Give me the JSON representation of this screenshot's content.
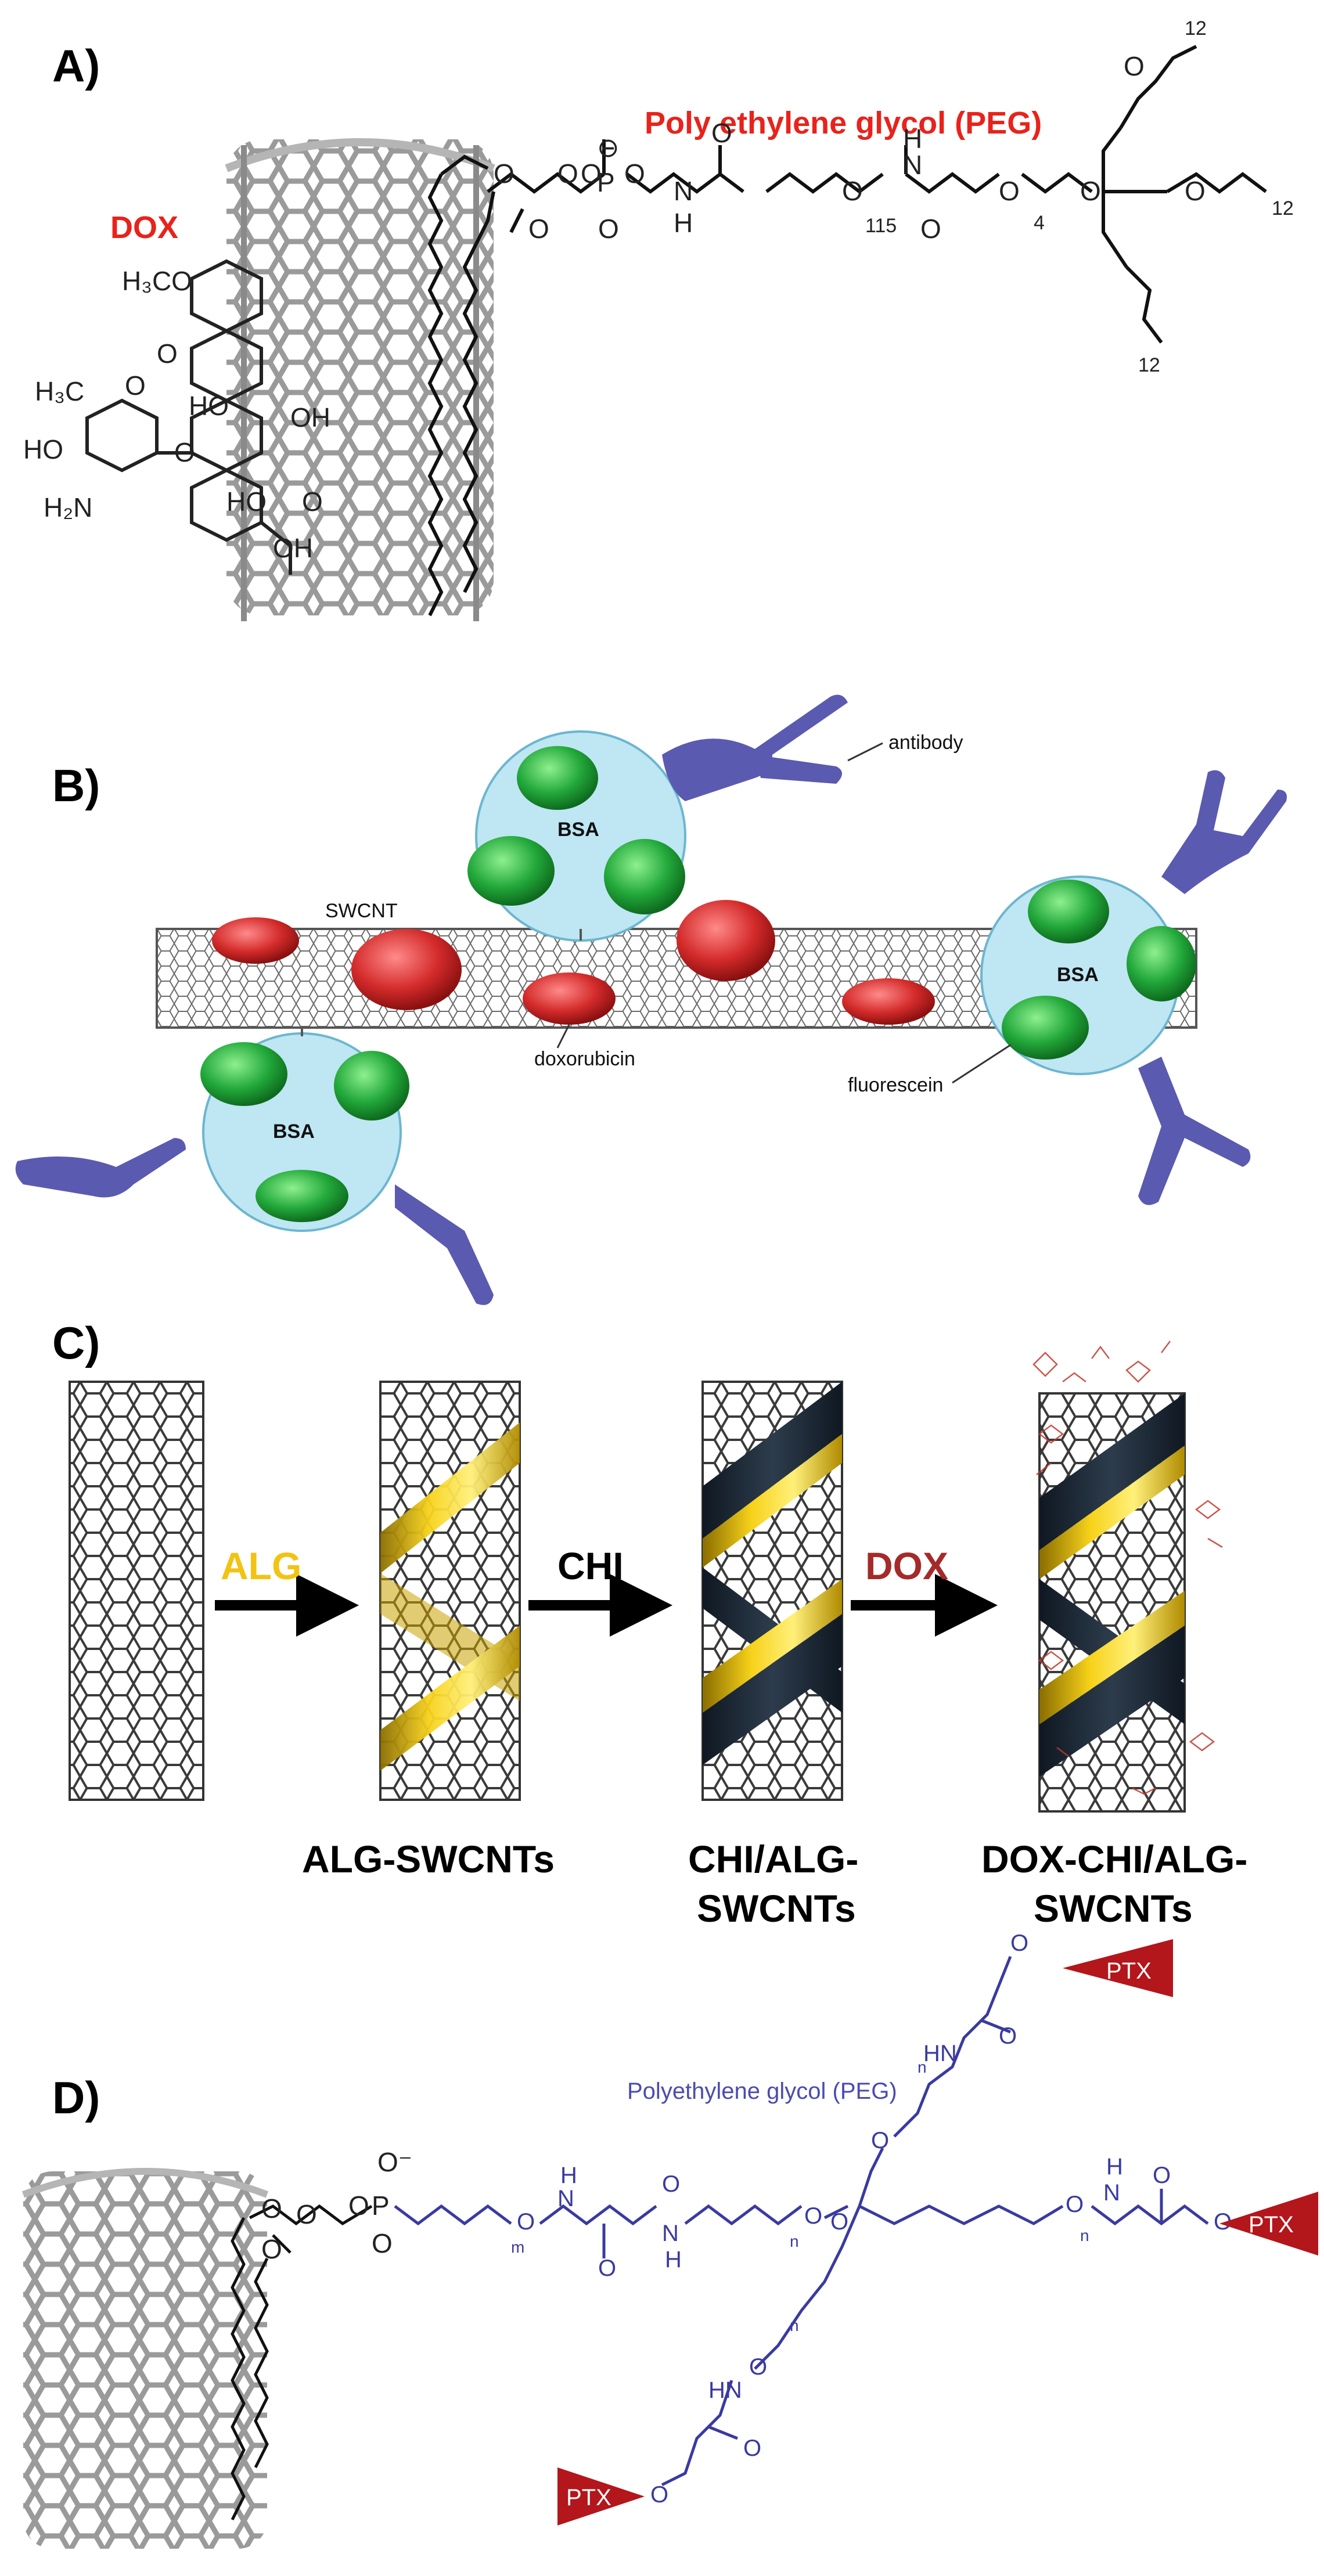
{
  "panels": {
    "a": {
      "label": "A)",
      "dox_label": "DOX",
      "peg_label": "Poly ethylene glycol (PEG)",
      "atoms": {
        "h3co": "H₃CO",
        "h3c": "H₃C",
        "o_ring": "O",
        "o1": "O",
        "oh1": "OH",
        "ho1": "HO",
        "ho2": "HO",
        "h2n": "H₂N",
        "o2": "O",
        "ho3": "HO",
        "o3": "O",
        "oh2": "OH",
        "p": "P",
        "o_minus": "⊖",
        "o_p1": "O",
        "o_p2": "O",
        "o_p3": "O",
        "n1": "N",
        "h1": "H",
        "o_c1": "O",
        "o_peg1": "O",
        "n2": "N",
        "h2": "H",
        "o_c2": "O",
        "o_peg2": "O",
        "o_peg3": "O",
        "o_peg4": "O",
        "o_peg5": "O",
        "o_ester1": "O",
        "o_ester2": "O",
        "o_ester3": "O"
      },
      "subscripts": {
        "n115": "115",
        "n4": "4",
        "n12_top": "12",
        "n12_right": "12",
        "n12_bottom": "12"
      }
    },
    "b": {
      "label": "B)",
      "antibody": "antibody",
      "swcnt": "SWCNT",
      "doxorubicin": "doxorubicin",
      "fluorescein": "fluorescein",
      "bsa_top": "BSA",
      "bsa_left": "BSA",
      "bsa_right": "BSA"
    },
    "c": {
      "label": "C)",
      "arrow1": "ALG",
      "arrow2": "CHI",
      "arrow3": "DOX",
      "product1": "ALG-SWCNTs",
      "product2_line1": "CHI/ALG-",
      "product2_line2": "SWCNTs",
      "product3_line1": "DOX-CHI/ALG-",
      "product3_line2": "SWCNTs"
    },
    "d": {
      "label": "D)",
      "peg_label": "Polyethylene glycol (PEG)",
      "ptx_top": "PTX",
      "ptx_right": "PTX",
      "ptx_left": "PTX",
      "atoms": {
        "o_minus": "O⁻",
        "p": "P",
        "o1": "O",
        "o2": "O",
        "o3": "O",
        "o4": "O",
        "o5": "O",
        "o_chain1": "O",
        "n1": "N",
        "h1": "H",
        "o_c1": "O",
        "n2": "N",
        "h2": "H",
        "o_c2": "O",
        "o_chain2": "O",
        "o_center": "O",
        "o_right1": "O",
        "n3": "N",
        "h3": "H",
        "o_c3": "O",
        "o_ester_r": "O",
        "o_up1": "O",
        "hn_up": "HN",
        "o_c_up": "O",
        "o_ester_up": "O",
        "o_down1": "O",
        "hn_down": "HN",
        "o_c_down": "O",
        "o_ester_down": "O"
      },
      "subscripts": {
        "m": "m",
        "n1": "n",
        "n2": "n",
        "n_up": "n",
        "n_down": "n"
      }
    }
  },
  "colors": {
    "red_label": "#e8231b",
    "dox_red": "#c0392b",
    "alg_yellow": "#f2c313",
    "chi_dark": "#1e2a36",
    "bsa_fill": "#bfe6f3",
    "antibody_blue": "#5a5ab0",
    "green_protein": "#22a83a",
    "red_protein": "#d42b2b",
    "peg_blue": "#3a3aa0",
    "ptx_red": "#b3161b"
  }
}
